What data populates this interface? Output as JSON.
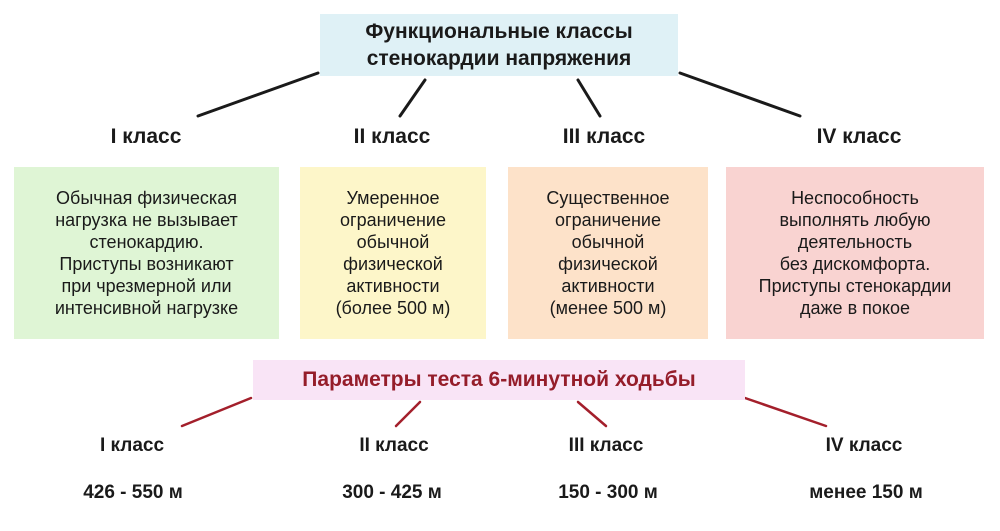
{
  "top_title": {
    "line1": "Функциональные классы",
    "line2": "стенокардии напряжения"
  },
  "functional_classes": [
    {
      "label": "I класс",
      "color": "#dff5d5",
      "lines": [
        "Обычная физическая",
        "нагрузка не вызывает",
        "стенокардию.",
        "Приступы возникают",
        "при чрезмерной или",
        "интенсивной нагрузке"
      ]
    },
    {
      "label": "II класс",
      "color": "#fdf6c9",
      "lines": [
        "Умеренное",
        "ограничение",
        "обычной",
        "физической",
        "активности",
        "(более 500 м)"
      ]
    },
    {
      "label": "III класс",
      "color": "#fde2c9",
      "lines": [
        "Существенное",
        "ограничение",
        "обычной",
        "физической",
        "активности",
        "(менее 500 м)"
      ]
    },
    {
      "label": "IV класс",
      "color": "#f9d3d1",
      "lines": [
        "Неспособность",
        "выполнять любую",
        "деятельность",
        "без дискомфорта.",
        "Приступы стенокардии",
        "даже в покое"
      ]
    }
  ],
  "walk_test": {
    "title": "Параметры теста 6-минутной ходьбы",
    "title_color": "#951d2a",
    "items": [
      {
        "label": "I класс",
        "value": "426 - 550 м"
      },
      {
        "label": "II класс",
        "value": "300 - 425 м"
      },
      {
        "label": "III класс",
        "value": "150 - 300 м"
      },
      {
        "label": "IV класс",
        "value": "менее 150 м"
      }
    ]
  },
  "colors": {
    "top_title_bg": "#dff1f6",
    "sub_title_bg": "#f9e4f6",
    "line_dark": "#1a1a1a",
    "line_red": "#a31f2b"
  }
}
